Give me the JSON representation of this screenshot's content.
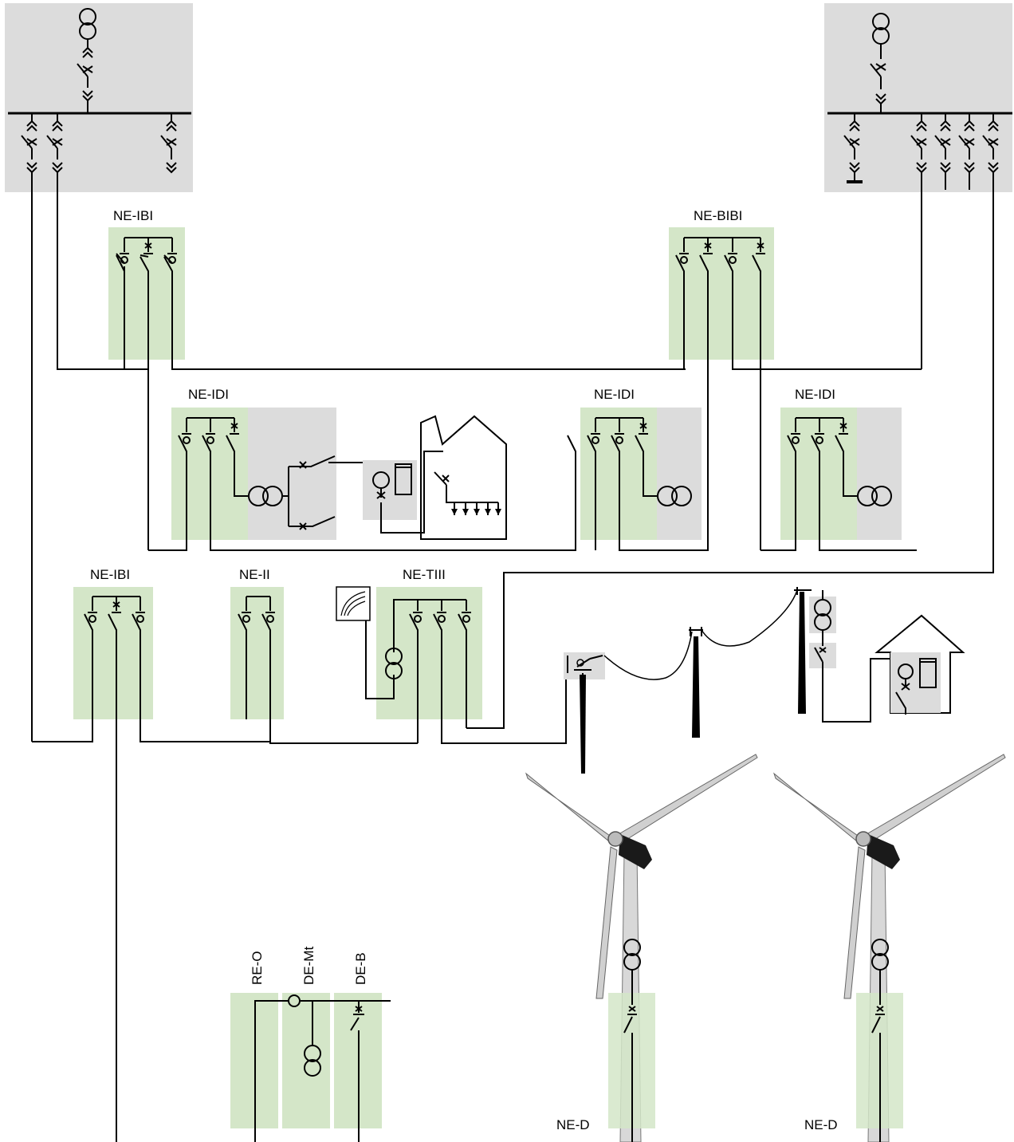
{
  "labels": {
    "ne_ibi_top": "NE-IBI",
    "ne_bibi": "NE-BIBI",
    "ne_idi_1": "NE-IDI",
    "ne_idi_2": "NE-IDI",
    "ne_idi_3": "NE-IDI",
    "ne_ibi_low": "NE-IBI",
    "ne_ii": "NE-II",
    "ne_tiii": "NE-TIII",
    "re_o": "RE-O",
    "de_mt": "DE-Mt",
    "de_b": "DE-B",
    "ne_d_1": "NE-D",
    "ne_d_2": "NE-D"
  },
  "colors": {
    "substation_fill": "#dcdcdc",
    "unit_fill": "#d4e6c8",
    "line": "#000000"
  }
}
